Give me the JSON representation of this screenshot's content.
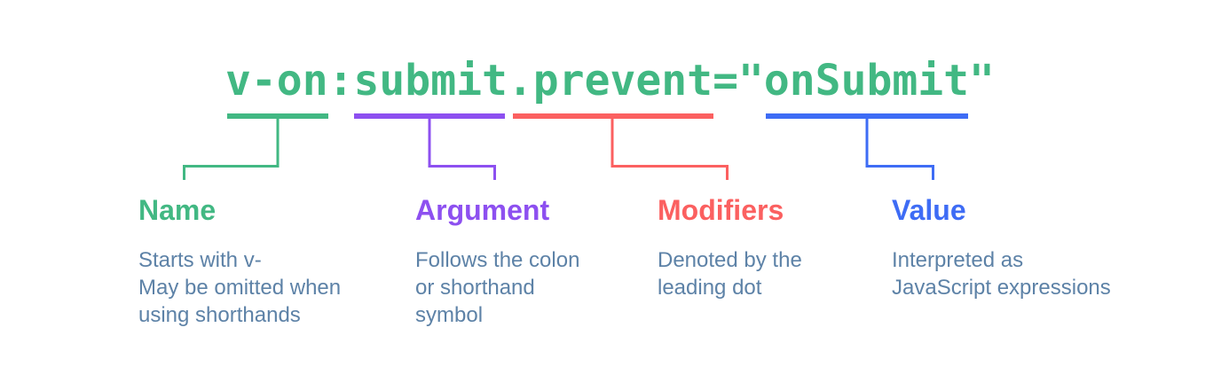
{
  "code": {
    "text": "v-on:submit.prevent=\"onSubmit\"",
    "color": "#42b883"
  },
  "colors": {
    "background": "#ffffff",
    "description_text": "#5d82a7"
  },
  "sections": [
    {
      "id": "name",
      "label": "Name",
      "underlined_text": "v-on",
      "color": "#42b883",
      "description": "Starts with v-\nMay be omitted when\nusing shorthands"
    },
    {
      "id": "argument",
      "label": "Argument",
      "underlined_text": "submit",
      "color": "#8d50f0",
      "description": "Follows the colon\nor shorthand\nsymbol"
    },
    {
      "id": "modifiers",
      "label": "Modifiers",
      "underlined_text": ".prevent",
      "color": "#fb6060",
      "description": "Denoted by the\nleading dot"
    },
    {
      "id": "value",
      "label": "Value",
      "underlined_text": "onSubmit",
      "color": "#3e6cf5",
      "description": "Interpreted as\nJavaScript expressions"
    }
  ]
}
